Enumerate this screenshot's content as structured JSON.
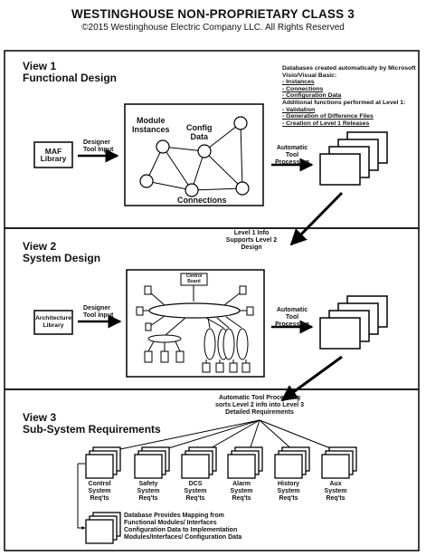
{
  "header": {
    "title": "WESTINGHOUSE NON-PROPRIETARY CLASS 3",
    "copyright": "©2015 Westinghouse Electric Company LLC. All Rights Reserved"
  },
  "view1": {
    "view_label": "View 1",
    "design_label": "Functional Design",
    "maf_library": "MAF Library",
    "designer_tool_input": [
      "Designer",
      "Tool Input"
    ],
    "module_instances": [
      "Module",
      "Instances"
    ],
    "config_data": [
      "Config",
      "Data"
    ],
    "connections": "Connections",
    "automatic_tool_processing": [
      "Automatic",
      "Tool Processing"
    ],
    "db_note_title": [
      "Databases created automatically by Microsoft",
      "Visio/Visual Basic:"
    ],
    "db_items": [
      "- Instances",
      "- Connections",
      "- Configuration Data"
    ],
    "level1_title": "Additional functions performed at Level 1:",
    "level1_items": [
      "- Validation",
      "- Generation of Difference Files",
      "- Creation of Level 1 Releases"
    ]
  },
  "transition1": [
    "Level 1 Info",
    "Supports Level 2",
    "Design"
  ],
  "view2": {
    "view_label": "View 2",
    "design_label": "System Design",
    "architecture_library": "Architecture Library",
    "designer_tool_input": [
      "Designer",
      "Tool Input"
    ],
    "control_board": [
      "Control",
      "Board"
    ],
    "automatic_tool_processing": [
      "Automatic",
      "Tool Processing"
    ]
  },
  "transition2": [
    "Automatic Tool Processing",
    "sorts Level 2 info into Level 3",
    "Detailed Requirements"
  ],
  "view3": {
    "view_label": "View 3",
    "design_label": "Sub-System Requirements",
    "subsystems": [
      [
        "Control",
        "System",
        "Req'ts"
      ],
      [
        "Safety",
        "System",
        "Req'ts"
      ],
      [
        "DCS",
        "System",
        "Req'ts"
      ],
      [
        "Alarm",
        "System",
        "Req'ts"
      ],
      [
        "History",
        "System",
        "Req'ts"
      ],
      [
        "Aux",
        "System",
        "Req'ts"
      ]
    ],
    "database_note": [
      "Database Provides Mapping from",
      "Functional Modules/ Interfaces",
      "Configuration Data to Implementation",
      "Modules/Interfaces/ Configuration Data"
    ]
  }
}
